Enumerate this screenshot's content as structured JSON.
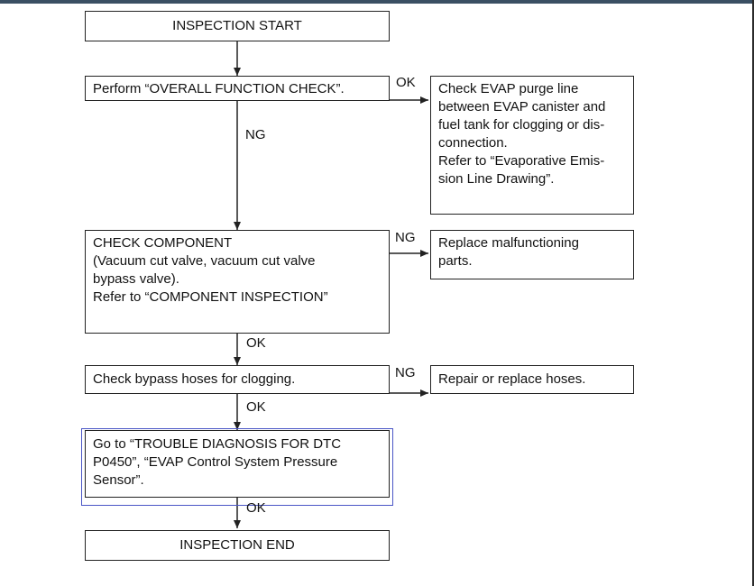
{
  "boxes": {
    "start": "INSPECTION START",
    "overall_check": "Perform “OVERALL FUNCTION CHECK”.",
    "check_purge_line": "Check EVAP purge line\nbetween EVAP canister and\nfuel tank for clogging or dis-\nconnection.\nRefer to “Evaporative Emis-\nsion Line Drawing”.",
    "check_component": "CHECK COMPONENT\n(Vacuum cut valve, vacuum cut valve\nbypass valve).\nRefer to “COMPONENT INSPECTION”",
    "replace_parts": "Replace malfunctioning\nparts.",
    "check_bypass_hoses": "Check bypass hoses for clogging.",
    "repair_hoses": "Repair or replace hoses.",
    "go_to_dtc": "Go to “TROUBLE DIAGNOSIS FOR DTC\nP0450”, “EVAP Control System Pressure\nSensor”.",
    "end": "INSPECTION END"
  },
  "labels": {
    "overall_ok": "OK",
    "overall_ng": "NG",
    "component_ng": "NG",
    "component_ok": "OK",
    "bypass_ng": "NG",
    "bypass_ok": "OK",
    "dtc_ok": "OK"
  },
  "colors": {
    "line": "#222222",
    "selection": "#4a56c6"
  }
}
